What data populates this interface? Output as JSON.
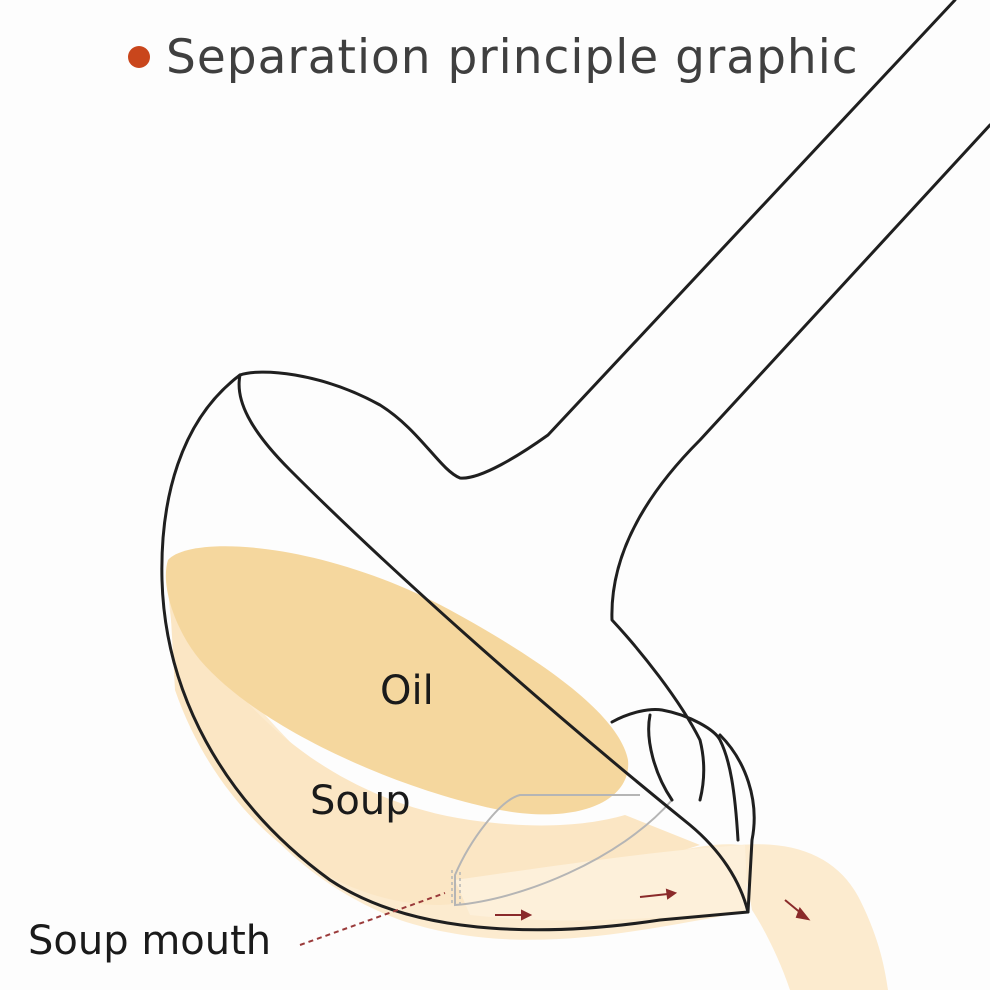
{
  "title": {
    "text": "Separation principle graphic",
    "bullet_color": "#c9461c"
  },
  "labels": {
    "oil": "Oil",
    "soup": "Soup",
    "soup_mouth": "Soup mouth"
  },
  "colors": {
    "oil": "#f5d79e",
    "soup": "#fcebcf",
    "outline": "#1f1f1f",
    "arrow": "#8a2a2a"
  }
}
